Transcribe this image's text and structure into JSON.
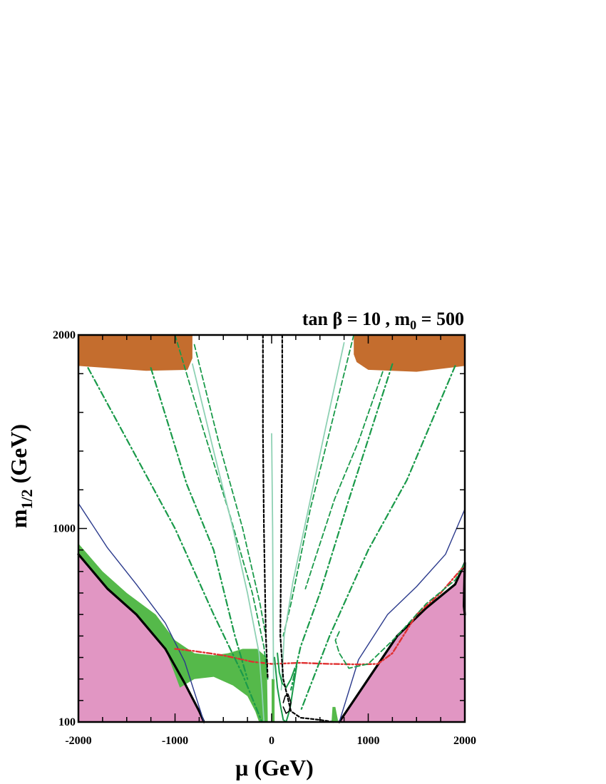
{
  "chart_data": {
    "type": "line",
    "title": "tan β = 10 ,  m",
    "title_sub": "0",
    "title_tail": " = 500",
    "xlabel": "μ (GeV)",
    "ylabel_main": "m",
    "ylabel_sub": "1/2",
    "ylabel_tail": " (GeV)",
    "xlim": [
      -2000,
      2000
    ],
    "ylim": [
      100,
      2000
    ],
    "y_scale": "piecewise: 100–1000 and 1000–2000 at equal height",
    "grid": false,
    "x_ticks": [
      {
        "value": -2000,
        "label": "-2000"
      },
      {
        "value": -1000,
        "label": "-1000"
      },
      {
        "value": 0,
        "label": "0"
      },
      {
        "value": 1000,
        "label": "1000"
      },
      {
        "value": 2000,
        "label": "2000"
      }
    ],
    "y_ticks": [
      {
        "value": 100,
        "label": "100"
      },
      {
        "value": 1000,
        "label": "1000"
      },
      {
        "value": 2000,
        "label": "2000"
      }
    ],
    "colors": {
      "brown": "#c46d2e",
      "pink": "#e196c3",
      "green": "#55b94a",
      "dark_green": "#1a9a4a",
      "light_green": "#8fd1b4",
      "red": "#e03030",
      "blue": "#2b3a8c",
      "black": "#000000"
    },
    "regions": [
      {
        "kind": "brown",
        "points": [
          [
            -2000,
            2000
          ],
          [
            -820,
            2000
          ],
          [
            -820,
            1880
          ],
          [
            -870,
            1820
          ],
          [
            -1300,
            1815
          ],
          [
            -2000,
            1840
          ]
        ]
      },
      {
        "kind": "brown",
        "points": [
          [
            850,
            2000
          ],
          [
            2000,
            2000
          ],
          [
            2000,
            1840
          ],
          [
            1500,
            1810
          ],
          [
            1000,
            1820
          ],
          [
            880,
            1860
          ],
          [
            850,
            1900
          ]
        ]
      },
      {
        "kind": "pink",
        "points": [
          [
            -2000,
            100
          ],
          [
            -2000,
            880
          ],
          [
            -1700,
            720
          ],
          [
            -1400,
            600
          ],
          [
            -1100,
            440
          ],
          [
            -900,
            280
          ],
          [
            -750,
            150
          ],
          [
            -700,
            100
          ]
        ]
      },
      {
        "kind": "pink",
        "points": [
          [
            700,
            100
          ],
          [
            1000,
            300
          ],
          [
            1300,
            500
          ],
          [
            1600,
            630
          ],
          [
            1900,
            740
          ],
          [
            2000,
            840
          ],
          [
            2000,
            100
          ]
        ]
      },
      {
        "kind": "green",
        "points": [
          [
            -2000,
            880
          ],
          [
            -2000,
            930
          ],
          [
            -1750,
            800
          ],
          [
            -1500,
            700
          ],
          [
            -1200,
            600
          ],
          [
            -1000,
            480
          ],
          [
            -800,
            420
          ],
          [
            -600,
            410
          ],
          [
            -450,
            420
          ],
          [
            -300,
            440
          ],
          [
            -150,
            440
          ],
          [
            -50,
            400
          ],
          [
            -40,
            100
          ],
          [
            -130,
            100
          ],
          [
            -170,
            150
          ],
          [
            -250,
            220
          ],
          [
            -400,
            270
          ],
          [
            -600,
            310
          ],
          [
            -800,
            300
          ],
          [
            -950,
            260
          ],
          [
            -1100,
            440
          ],
          [
            -1400,
            600
          ],
          [
            -1700,
            720
          ]
        ]
      },
      {
        "kind": "green",
        "points": [
          [
            620,
            100
          ],
          [
            690,
            100
          ],
          [
            660,
            170
          ],
          [
            630,
            170
          ]
        ]
      },
      {
        "kind": "green",
        "points": [
          [
            0,
            100
          ],
          [
            30,
            100
          ],
          [
            30,
            300
          ],
          [
            0,
            300
          ]
        ]
      }
    ],
    "series": [
      {
        "style": "black-thick",
        "points": [
          [
            -2000,
            880
          ],
          [
            -1700,
            720
          ],
          [
            -1400,
            600
          ],
          [
            -1100,
            440
          ],
          [
            -900,
            280
          ],
          [
            -750,
            150
          ],
          [
            -700,
            100
          ]
        ]
      },
      {
        "style": "black-thick",
        "points": [
          [
            700,
            100
          ],
          [
            1000,
            300
          ],
          [
            1300,
            500
          ],
          [
            1600,
            630
          ],
          [
            1900,
            740
          ],
          [
            2000,
            840
          ],
          [
            1990,
            640
          ],
          [
            2000,
            600
          ]
        ]
      },
      {
        "style": "blue",
        "points": [
          [
            -2000,
            1130
          ],
          [
            -1700,
            910
          ],
          [
            -1400,
            740
          ],
          [
            -1100,
            560
          ],
          [
            -900,
            380
          ],
          [
            -700,
            100
          ]
        ]
      },
      {
        "style": "blue",
        "points": [
          [
            700,
            100
          ],
          [
            900,
            390
          ],
          [
            1200,
            600
          ],
          [
            1500,
            730
          ],
          [
            1800,
            880
          ],
          [
            2000,
            1100
          ]
        ]
      },
      {
        "style": "red-dashdot",
        "points": [
          [
            -1000,
            440
          ],
          [
            -800,
            430
          ],
          [
            -500,
            410
          ],
          [
            -200,
            380
          ],
          [
            0,
            370
          ],
          [
            300,
            375
          ],
          [
            600,
            370
          ],
          [
            900,
            368
          ],
          [
            1100,
            370
          ],
          [
            1250,
            420
          ],
          [
            1500,
            600
          ],
          [
            1750,
            700
          ],
          [
            2000,
            830
          ]
        ]
      },
      {
        "style": "green-dashdot",
        "points": [
          [
            -1900,
            1830
          ],
          [
            -1000,
            1000
          ],
          [
            -600,
            600
          ],
          [
            -300,
            320
          ],
          [
            -100,
            100
          ]
        ]
      },
      {
        "style": "green-dashdot",
        "points": [
          [
            -1250,
            1830
          ],
          [
            -880,
            1230
          ],
          [
            -600,
            900
          ],
          [
            -380,
            500
          ],
          [
            -250,
            300
          ]
        ]
      },
      {
        "style": "green-dashdot",
        "points": [
          [
            1900,
            1840
          ],
          [
            1400,
            1250
          ],
          [
            1000,
            900
          ],
          [
            600,
            500
          ],
          [
            300,
            150
          ]
        ]
      },
      {
        "style": "green-dashdot",
        "points": [
          [
            1250,
            1850
          ],
          [
            800,
            1150
          ],
          [
            500,
            700
          ],
          [
            300,
            450
          ],
          [
            200,
            250
          ]
        ]
      },
      {
        "style": "green-dashed",
        "points": [
          [
            -1000,
            2000
          ],
          [
            -700,
            1500
          ],
          [
            -450,
            1100
          ],
          [
            -200,
            700
          ],
          [
            -80,
            450
          ],
          [
            -40,
            300
          ]
        ]
      },
      {
        "style": "green-dashed",
        "points": [
          [
            -800,
            1950
          ],
          [
            -550,
            1450
          ],
          [
            -300,
            1000
          ],
          [
            -120,
            650
          ],
          [
            -60,
            500
          ]
        ]
      },
      {
        "style": "green-dashed",
        "points": [
          [
            850,
            2000
          ],
          [
            600,
            1500
          ],
          [
            400,
            1100
          ],
          [
            200,
            650
          ],
          [
            120,
            500
          ]
        ]
      },
      {
        "style": "green-dashed",
        "points": [
          [
            1150,
            1810
          ],
          [
            900,
            1450
          ],
          [
            650,
            1150
          ],
          [
            450,
            860
          ],
          [
            350,
            720
          ]
        ]
      },
      {
        "style": "green-dashed",
        "points": [
          [
            700,
            520
          ],
          [
            660,
            480
          ],
          [
            700,
            420
          ],
          [
            800,
            350
          ],
          [
            1000,
            370
          ],
          [
            1300,
            500
          ],
          [
            1600,
            650
          ],
          [
            1900,
            760
          ],
          [
            2000,
            840
          ]
        ]
      },
      {
        "style": "green-light",
        "points": [
          [
            -820,
            1850
          ],
          [
            -600,
            1400
          ],
          [
            -400,
            1000
          ],
          [
            -250,
            700
          ],
          [
            -130,
            420
          ],
          [
            -100,
            250
          ],
          [
            -80,
            100
          ]
        ]
      },
      {
        "style": "green-light",
        "points": [
          [
            750,
            1960
          ],
          [
            550,
            1500
          ],
          [
            380,
            1100
          ],
          [
            220,
            750
          ],
          [
            130,
            500
          ],
          [
            100,
            250
          ]
        ]
      },
      {
        "style": "green-light",
        "points": [
          [
            0,
            1490
          ],
          [
            10,
            1000
          ],
          [
            15,
            600
          ],
          [
            20,
            300
          ]
        ]
      },
      {
        "style": "green-solid",
        "points": [
          [
            30,
            400
          ],
          [
            60,
            260
          ],
          [
            90,
            180
          ],
          [
            120,
            110
          ],
          [
            150,
            100
          ],
          [
            190,
            160
          ],
          [
            220,
            250
          ],
          [
            260,
            360
          ]
        ]
      },
      {
        "style": "green-solid",
        "points": [
          [
            60,
            420
          ],
          [
            80,
            330
          ],
          [
            110,
            280
          ],
          [
            150,
            260
          ],
          [
            200,
            300
          ],
          [
            240,
            350
          ]
        ]
      },
      {
        "style": "black-solid",
        "points": [
          [
            120,
            170
          ],
          [
            150,
            140
          ],
          [
            180,
            150
          ],
          [
            200,
            190
          ],
          [
            170,
            230
          ],
          [
            140,
            220
          ],
          [
            120,
            190
          ]
        ]
      },
      {
        "style": "black-dotted",
        "points": [
          [
            -90,
            2000
          ],
          [
            -90,
            1500
          ],
          [
            -80,
            1000
          ],
          [
            -60,
            500
          ],
          [
            -40,
            300
          ]
        ]
      },
      {
        "style": "black-dotted",
        "points": [
          [
            110,
            2000
          ],
          [
            110,
            1500
          ],
          [
            100,
            1000
          ],
          [
            90,
            500
          ],
          [
            120,
            300
          ],
          [
            200,
            150
          ],
          [
            300,
            120
          ],
          [
            500,
            110
          ],
          [
            640,
            100
          ]
        ]
      }
    ]
  }
}
